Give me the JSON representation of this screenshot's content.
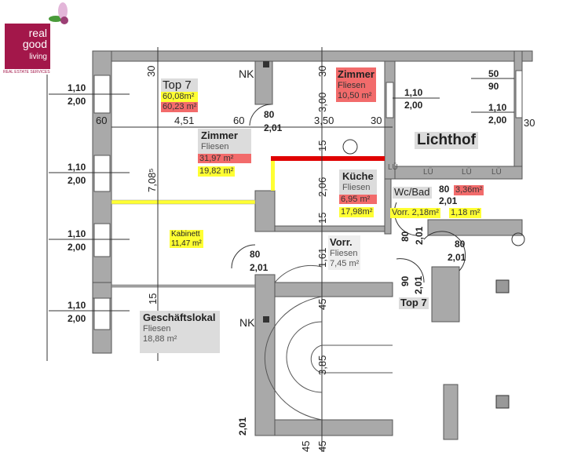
{
  "logo": {
    "line1": "real",
    "line2": "good",
    "line3": "living",
    "tagline": "REAL ESTATE SERVICES"
  },
  "rooms": {
    "top7": {
      "name": "Top 7",
      "area_net": "60,08m²",
      "area_gross": "60,23 m²"
    },
    "zimmer_main": {
      "name": "Zimmer",
      "floor": "Fliesen",
      "area_red": "31,97 m²",
      "area_yellow": "19,82 m²"
    },
    "zimmer_small": {
      "name": "Zimmer",
      "floor": "Fliesen",
      "area": "10,50 m²"
    },
    "lichthof": {
      "name": "Lichthof"
    },
    "kueche": {
      "name": "Küche",
      "floor": "Fliesen",
      "area_red": "6,95 m²",
      "area_yellow": "17,98m²"
    },
    "wcbad": {
      "name": "Wc/Bad",
      "area_red": "3,36m²",
      "vorr": "Vorr. 2,18m²",
      "area_yellow": "1,18 m²"
    },
    "kabinett": {
      "name": "Kabinett",
      "area": "11,47 m²"
    },
    "vorr": {
      "name": "Vorr.",
      "floor": "Fliesen",
      "area": "7,45 m²"
    },
    "geschaeftslokal": {
      "name": "Geschäftslokal",
      "floor": "Fliesen",
      "area": "18,88 m²"
    },
    "top7_stair": {
      "name": "Top 7"
    }
  },
  "labels": {
    "nk": "NK",
    "lue": "LÜ"
  },
  "dims": {
    "w1_a": "1,10",
    "w1_b": "2,00",
    "w2_a": "1,10",
    "w2_b": "2,00",
    "w3_a": "1,10",
    "w3_b": "2,00",
    "w4_a": "1,10",
    "w4_b": "2,00",
    "w5_a": "1,10",
    "w5_b": "2,00",
    "w6_a": "50",
    "w6_b": "90",
    "w7_a": "1,10",
    "w7_b": "2,00",
    "d60a": "60",
    "d451": "4,51",
    "d60b": "60",
    "d350": "3,50",
    "d30h": "30",
    "d30r": "30",
    "door1_a": "80",
    "door1_b": "2,01",
    "door2_a": "80",
    "door2_b": "2,01",
    "door3_a": "80",
    "door3_b": "2,01",
    "door4_a": "80",
    "door4_b": "2,01",
    "door5_a": "90",
    "door5_b": "2,01",
    "door6_a": "80",
    "door6_b": "2,01",
    "door7": "2,01",
    "v30a": "30",
    "v708": "7,08⁵",
    "v15a": "15",
    "v30b": "30",
    "v300": "3,00",
    "v15b": "15",
    "v206": "2,06",
    "v15c": "15",
    "v161": "1,61",
    "v45a": "45",
    "v385": "3,85",
    "v45b": "45",
    "v45c": "45"
  },
  "colors": {
    "wall": "#a9a9a9",
    "brand": "#a3174a",
    "yellow": "#ffff33",
    "red": "#e00000"
  }
}
